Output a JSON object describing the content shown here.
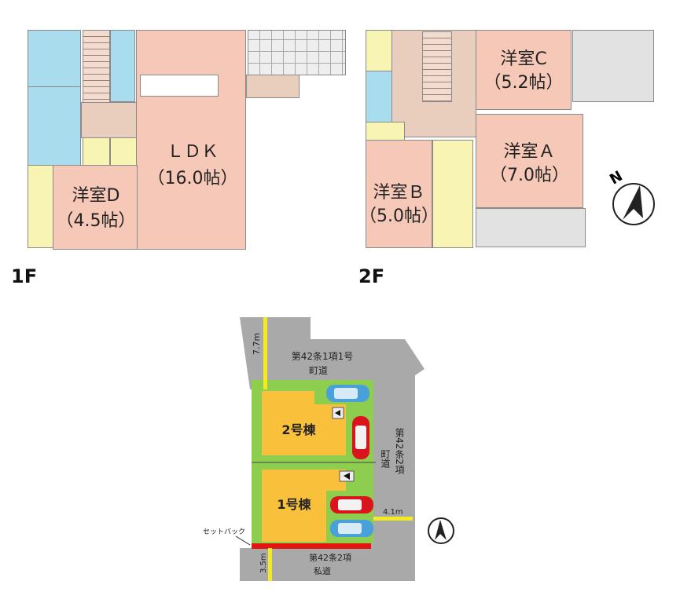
{
  "floor1": {
    "label": "1F",
    "ldk_name": "ＬＤＫ",
    "ldk_size": "（16.0帖）",
    "roomD_name": "洋室D",
    "roomD_size": "（4.5帖）"
  },
  "floor2": {
    "label": "2F",
    "roomC_name": "洋室C",
    "roomC_size": "（5.2帖）",
    "roomA_name": "洋室Ａ",
    "roomA_size": "（7.0帖）",
    "roomB_name": "洋室Ｂ",
    "roomB_size": "（5.0帖）"
  },
  "site": {
    "north_road": "第42条1項1号",
    "north_road_type": "町道",
    "north_road_width": "7.7m",
    "east_road_type": "町道",
    "east_road": "第42条2項",
    "east_road_width": "4.1m",
    "south_road": "第42条2項",
    "south_road_type": "私道",
    "south_road_width": "3.5m",
    "building2": "2号棟",
    "building1": "1号棟",
    "setback": "セットバック"
  },
  "colors": {
    "room": "#f6c8b8",
    "wet": "#a9dded",
    "storage": "#f7f4b4",
    "lot": "#8dce4f",
    "building": "#f9c03c",
    "road": "#a8a8a8",
    "setback": "#e3160f"
  }
}
